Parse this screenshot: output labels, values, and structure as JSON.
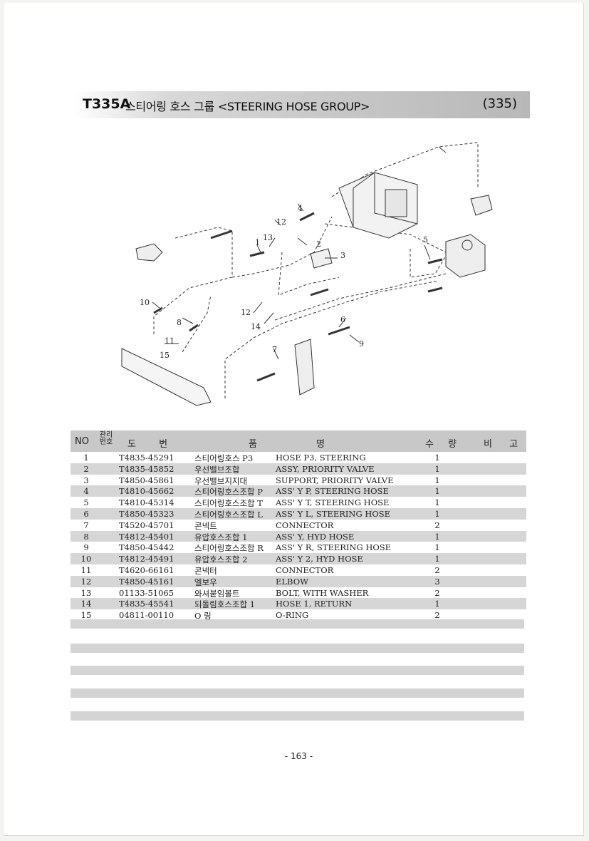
{
  "header": {
    "code": "T335A",
    "title": "스티어링 호스 그룹 <STEERING HOSE GROUP>",
    "page_ref": "(335)"
  },
  "diagram": {
    "callouts": [
      "1",
      "2",
      "3",
      "4",
      "5",
      "6",
      "7",
      "8",
      "9",
      "10",
      "11",
      "12",
      "12",
      "13",
      "14",
      "15"
    ]
  },
  "table": {
    "headers": {
      "no": "NO",
      "mgmt": "관리번호",
      "drawing": "도 번",
      "name_a": "품",
      "name_b": "명",
      "qty": "수 량",
      "remark": "비 고"
    },
    "rows": [
      {
        "no": "1",
        "part": "T4835-45291",
        "kr": "스티어링호스 P3",
        "en": "HOSE P3, STEERING",
        "qty": "1"
      },
      {
        "no": "2",
        "part": "T4835-45852",
        "kr": "우선밸브조합",
        "en": "ASSY, PRIORITY VALVE",
        "qty": "1"
      },
      {
        "no": "3",
        "part": "T4850-45861",
        "kr": "우선밸브지지대",
        "en": "SUPPORT, PRIORITY VALVE",
        "qty": "1"
      },
      {
        "no": "4",
        "part": "T4810-45662",
        "kr": "스티어링호스조합 P",
        "en": "ASS' Y P, STEERING HOSE",
        "qty": "1"
      },
      {
        "no": "5",
        "part": "T4810-45314",
        "kr": "스티어링호스조합 T",
        "en": "ASS' Y T, STEERING HOSE",
        "qty": "1"
      },
      {
        "no": "6",
        "part": "T4850-45323",
        "kr": "스티어링호스조합 L",
        "en": "ASS' Y L, STEERING HOSE",
        "qty": "1"
      },
      {
        "no": "7",
        "part": "T4520-45701",
        "kr": "콘넥트",
        "en": "CONNECTOR",
        "qty": "2"
      },
      {
        "no": "8",
        "part": "T4812-45401",
        "kr": "유압호스조합 1",
        "en": "ASS' Y, HYD HOSE",
        "qty": "1"
      },
      {
        "no": "9",
        "part": "T4850-45442",
        "kr": "스티어링호스조합 R",
        "en": "ASS' Y R, STEERING HOSE",
        "qty": "1"
      },
      {
        "no": "10",
        "part": "T4812-45491",
        "kr": "유압호스조합 2",
        "en": "ASS' Y 2, HYD HOSE",
        "qty": "1"
      },
      {
        "no": "11",
        "part": "T4620-66161",
        "kr": "콘넥터",
        "en": "CONNECTOR",
        "qty": "2"
      },
      {
        "no": "12",
        "part": "T4850-45161",
        "kr": "엘보우",
        "en": "ELBOW",
        "qty": "3"
      },
      {
        "no": "13",
        "part": "01133-51065",
        "kr": "와셔붙임볼트",
        "en": "BOLT, WITH WASHER",
        "qty": "2"
      },
      {
        "no": "14",
        "part": "T4835-45541",
        "kr": "되돌림호스조합 1",
        "en": "HOSE 1, RETURN",
        "qty": "1"
      },
      {
        "no": "15",
        "part": "04811-00110",
        "kr": "O 링",
        "en": "O-RING",
        "qty": "2"
      }
    ]
  },
  "footer": {
    "page": "- 163 -"
  }
}
